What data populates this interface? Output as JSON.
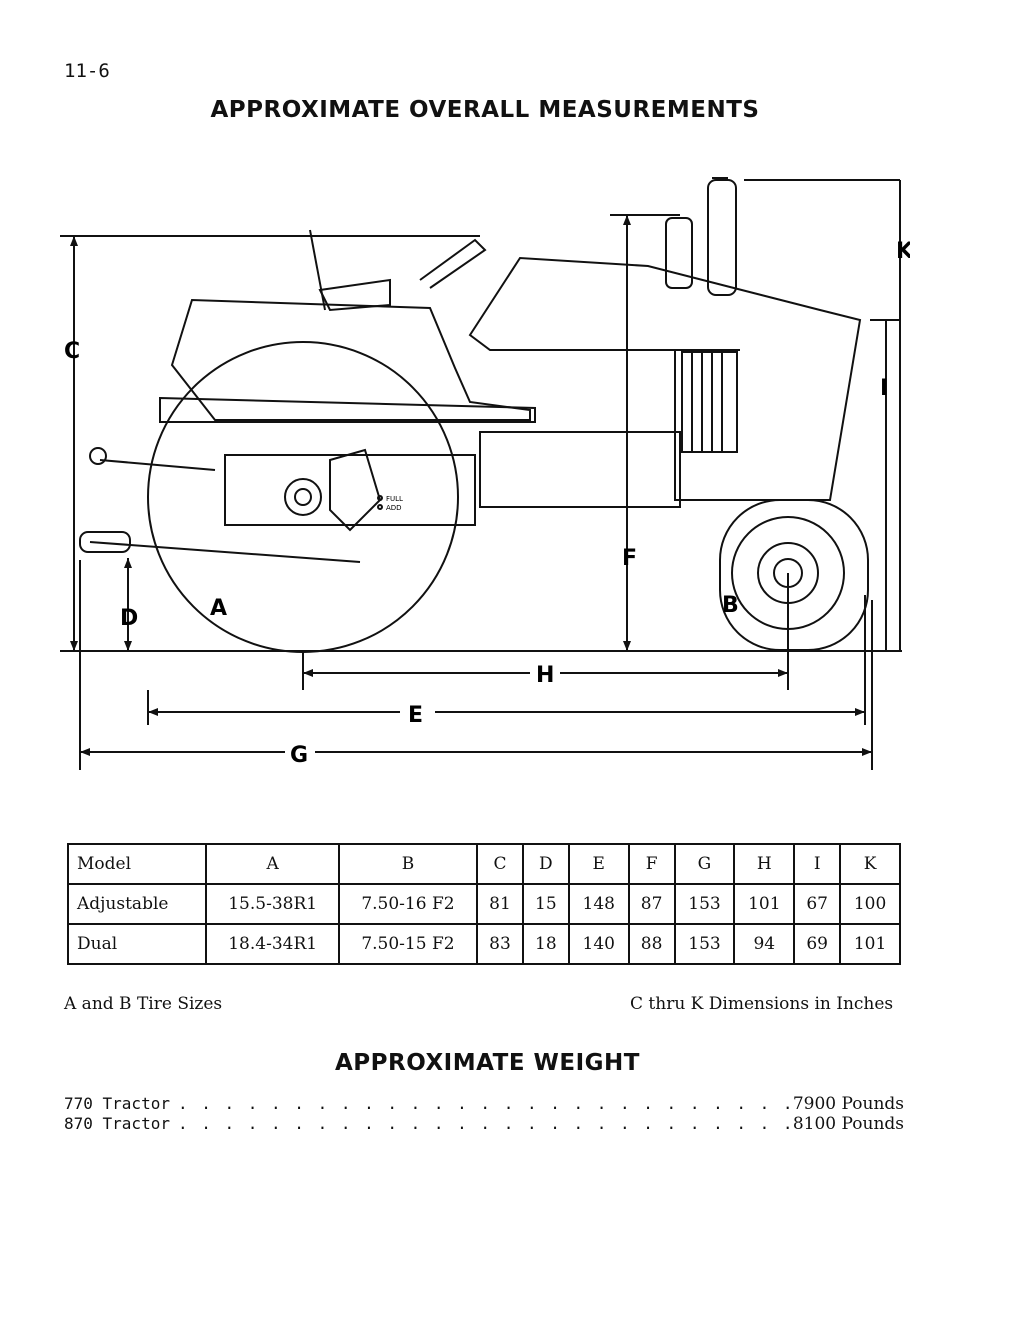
{
  "page": {
    "number": "11-6"
  },
  "title_measurements": "APPROXIMATE OVERALL MEASUREMENTS",
  "diagram": {
    "labels": {
      "A": "A",
      "B": "B",
      "C": "C",
      "D": "D",
      "E": "E",
      "F": "F",
      "G": "G",
      "H": "H",
      "I": "I",
      "K": "K"
    },
    "fuel_marks": {
      "full": "FULL",
      "add": "ADD"
    }
  },
  "table": {
    "headers": [
      "Model",
      "A",
      "B",
      "C",
      "D",
      "E",
      "F",
      "G",
      "H",
      "I",
      "K"
    ],
    "rows": [
      [
        "Adjustable",
        "15.5-38R1",
        "7.50-16 F2",
        "81",
        "15",
        "148",
        "87",
        "153",
        "101",
        "67",
        "100"
      ],
      [
        "Dual",
        "18.4-34R1",
        "7.50-15 F2",
        "83",
        "18",
        "140",
        "88",
        "153",
        "94",
        "69",
        "101"
      ]
    ]
  },
  "notes": {
    "left": "A and B Tire Sizes",
    "right": "C thru K Dimensions in Inches"
  },
  "title_weight": "APPROXIMATE WEIGHT",
  "weights": [
    {
      "model": "770 Tractor",
      "value": "7900 Pounds"
    },
    {
      "model": "870 Tractor",
      "value": "8100 Pounds"
    }
  ]
}
